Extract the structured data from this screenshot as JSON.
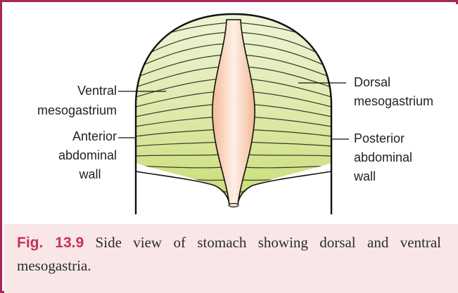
{
  "labels": {
    "ventral_line1": "Ventral",
    "ventral_line2": "mesogastrium",
    "anterior_line1": "Anterior",
    "anterior_line2": "abdominal",
    "anterior_line3": "wall",
    "dorsal_line1": "Dorsal",
    "dorsal_line2": "mesogastrium",
    "posterior_line1": "Posterior",
    "posterior_line2": "abdominal",
    "posterior_line3": "wall"
  },
  "caption": {
    "figure_number": "Fig. 13.9",
    "text": " Side view of stomach showing dorsal and ventral mesogastria."
  },
  "colors": {
    "frame_border": "#a8265a",
    "caption_background": "#f9e7e7",
    "figure_label": "#c8305a",
    "mesentery_green": "#d8e8a8",
    "stomach": "#f6c6a8"
  }
}
